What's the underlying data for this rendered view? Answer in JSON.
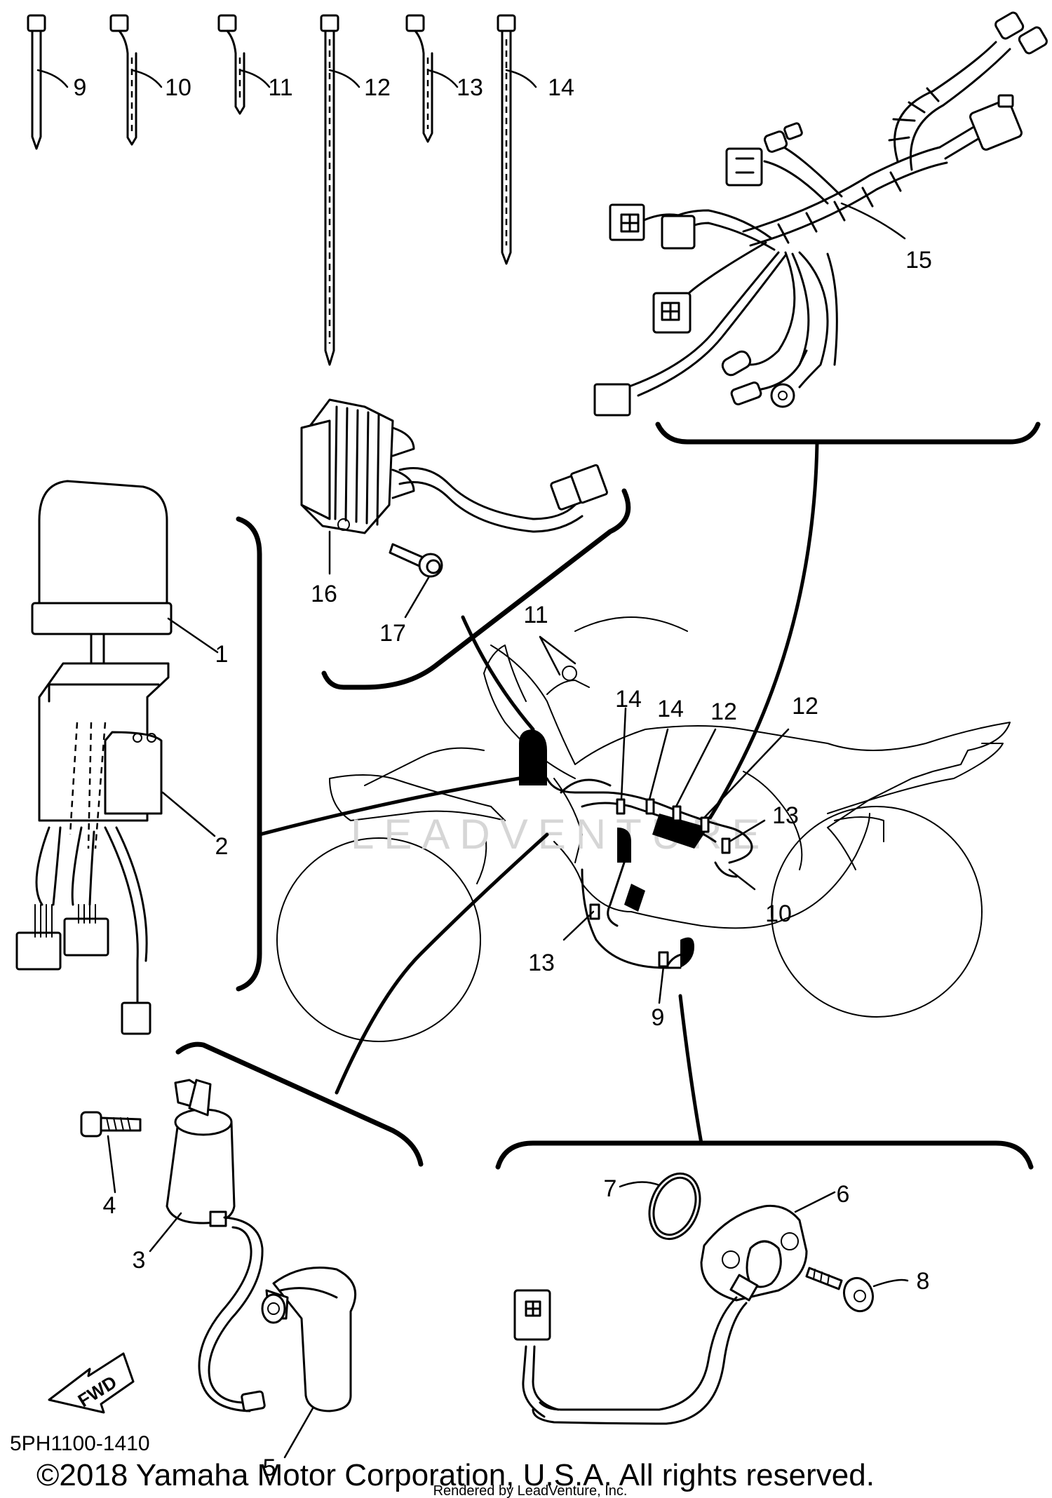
{
  "callouts": {
    "c1": "1",
    "c2": "2",
    "c3": "3",
    "c4": "4",
    "c5": "5",
    "c6": "6",
    "c7": "7",
    "c8": "8",
    "c9": "9",
    "c10": "10",
    "c11": "11",
    "c12": "12",
    "c13": "13",
    "c14": "14",
    "c15": "15",
    "c16": "16",
    "c17": "17",
    "bike_11": "11",
    "bike_14a": "14",
    "bike_14b": "14",
    "bike_12a": "12",
    "bike_12b": "12",
    "bike_13a": "13",
    "bike_10": "10",
    "bike_13b": "13",
    "bike_9": "9"
  },
  "fwd_label": "FWD",
  "watermark": "LEADVENTURE",
  "diagram_code": "5PH1100-1410",
  "copyright": "©2018 Yamaha Motor Corporation, U.S.A. All rights reserved.",
  "rendered_by": "Rendered by LeadVenture, Inc."
}
